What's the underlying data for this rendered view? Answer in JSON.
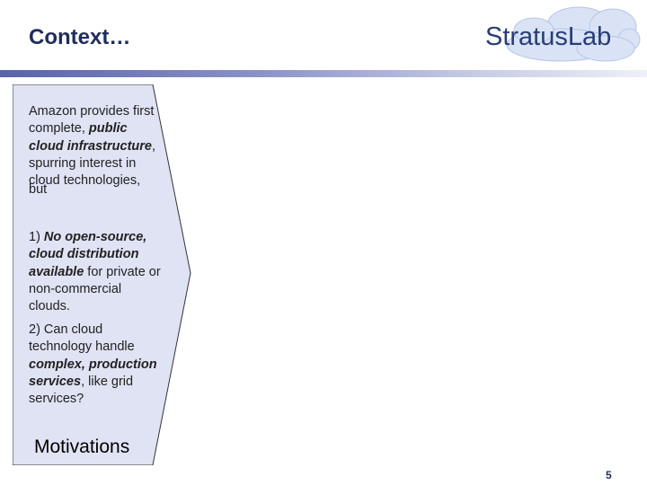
{
  "header": {
    "title": "Context…",
    "logo_text": "StratusLab"
  },
  "panel": {
    "label": "Motivations",
    "p1": {
      "t1": "Amazon provides first complete, ",
      "e1": "public cloud infrastructure",
      "t2": ", spurring interest in cloud technologies, ",
      "t3": "but"
    },
    "p2": {
      "t1": "1) ",
      "e1": "No open-source, cloud distribution available",
      "t2": " for private or non-commercial clouds."
    },
    "p3": {
      "t1": "2) Can cloud technology handle ",
      "e1": "complex, production services",
      "t2": ", like grid services?"
    }
  },
  "footer": {
    "page_number": "5"
  },
  "colors": {
    "title": "#1f2d5c",
    "panel_fill": "#dfe3f4",
    "panel_border": "#333333",
    "logo_cloud": "#d9e3f5",
    "logo_text": "#2a3c77"
  }
}
